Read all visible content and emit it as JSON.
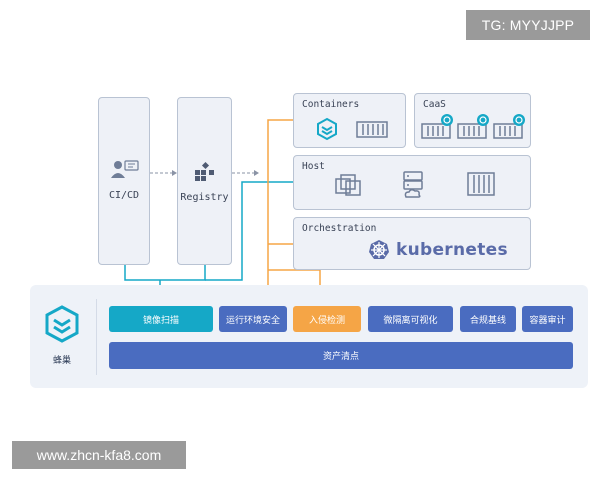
{
  "watermarks": {
    "top": "TG: MYYJJPP",
    "bottom": "www.zhcn-kfa8.com"
  },
  "pipeline": {
    "cicd_label": "CI/CD",
    "registry_label": "Registry"
  },
  "runtime": {
    "containers_title": "Containers",
    "caas_title": "CaaS",
    "host_title": "Host",
    "orchestration_title": "Orchestration",
    "kubernetes_label": "kubernetes"
  },
  "platform": {
    "brand_label": "蜂巢",
    "modules": [
      "镜像扫描",
      "运行环境安全",
      "入侵检测",
      "微隔离可视化",
      "合规基线",
      "容器审计"
    ],
    "asset_bar": "资产清点"
  },
  "colors": {
    "teal": "#15a8c7",
    "orange": "#f5a546",
    "blue": "#4a6cc0",
    "panel_bg": "#eef1f7",
    "border": "#b9c3d3"
  }
}
